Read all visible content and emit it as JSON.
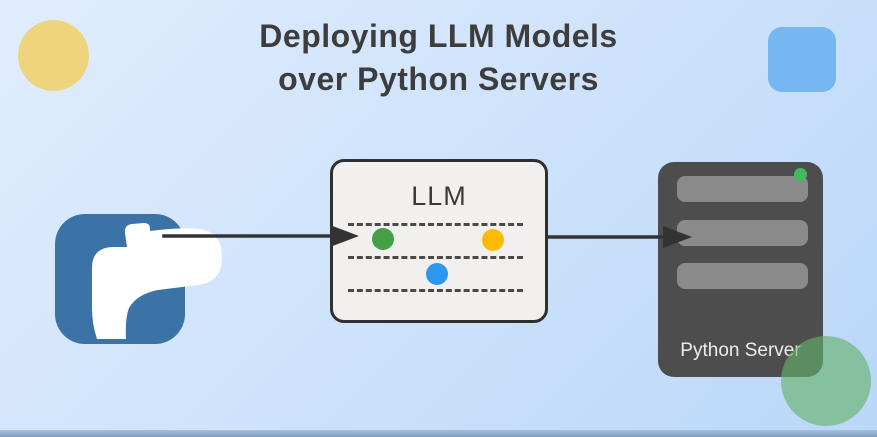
{
  "title": {
    "line1": "Deploying LLM Models",
    "line2": "over Python Servers"
  },
  "diagram": {
    "llm_box": {
      "label": "LLM",
      "background": "#f1f0ee",
      "border_color": "#2f2f2f",
      "token_dots": [
        {
          "name": "green-dot",
          "color": "#43a047"
        },
        {
          "name": "yellow-dot",
          "color": "#fcba04"
        },
        {
          "name": "blue-dot",
          "color": "#2d96ee"
        }
      ]
    },
    "server_box": {
      "label": "Python Server",
      "body_color": "#4d4d4d",
      "slot_color": "#8a8a8a",
      "status_led_color": "#44b75f"
    },
    "python_logo": {
      "icon": "python-snake-icon",
      "tile_color": "#3b73a6",
      "snake_color": "#ffffff"
    },
    "arrows": {
      "color": "#333333",
      "direction": "left-to-right"
    }
  },
  "decorations": {
    "yellow_circle_color": "#eed47c",
    "blue_square_color": "#76b6f1",
    "green_circle_color": "rgba(102,178,108,0.64)",
    "bottom_bar_color": "#7d9dbd",
    "background_gradient": [
      "#e0edfe",
      "#bad7f8"
    ]
  }
}
